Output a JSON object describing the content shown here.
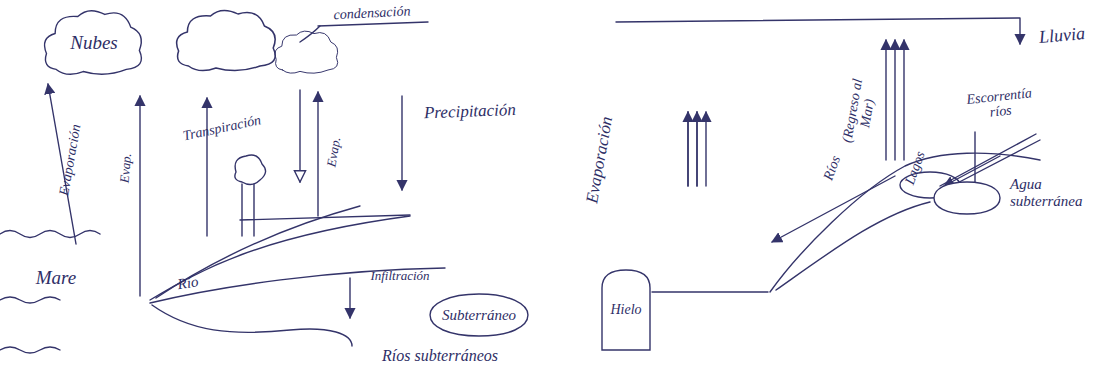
{
  "diagram": {
    "nodes": [
      {
        "text": [
          "Nubes"
        ]
      },
      {
        "text": [
          "Subterráneo"
        ]
      },
      {
        "text": [
          "Hielo"
        ]
      },
      {
        "text": [
          "Agua subterránea"
        ]
      }
    ],
    "labels": [
      "condensación",
      "Evaporación",
      "Evap.",
      "Transpiración",
      "Evap.",
      "Precipitación",
      "Mare",
      "Río",
      "Infiltración",
      "Ríos subterráneos",
      "Lluvia",
      "(Regreso al Mar)",
      "Escorrentía ríos",
      "Ríos",
      "Lagos",
      "Evaporación"
    ]
  }
}
